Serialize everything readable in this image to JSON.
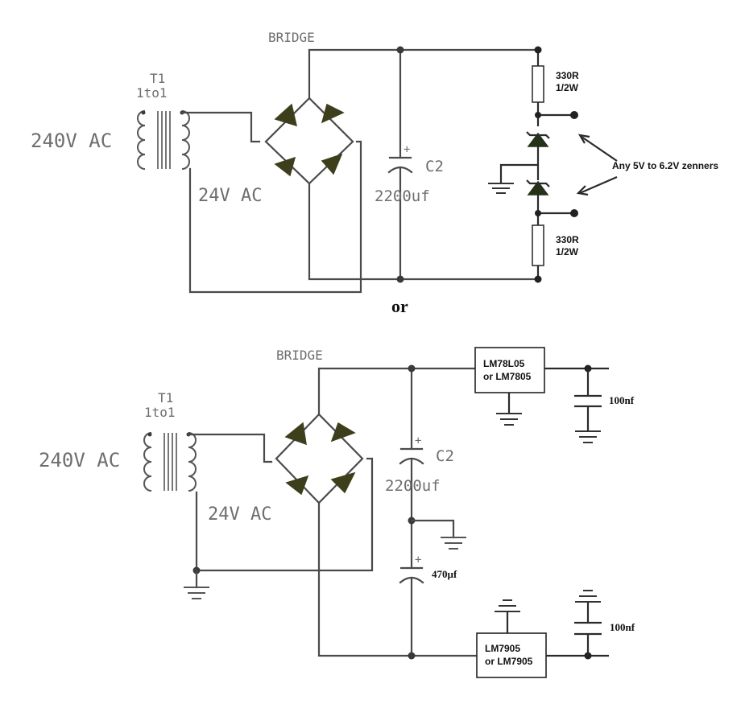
{
  "top_circuit": {
    "transformer_label": "T1",
    "transformer_ratio": "1to1",
    "input_voltage": "240V AC",
    "secondary_voltage": "24V AC",
    "bridge_label": "BRIDGE",
    "capacitor_label": "C2",
    "capacitor_value": "2200uf",
    "resistor_top_value": "330R",
    "resistor_top_power": "1/2W",
    "resistor_bottom_value": "330R",
    "resistor_bottom_power": "1/2W",
    "zener_note": "Any 5V to 6.2V zenners"
  },
  "separator": "or",
  "bottom_circuit": {
    "transformer_label": "T1",
    "transformer_ratio": "1to1",
    "input_voltage": "240V AC",
    "secondary_voltage": "24V AC",
    "bridge_label": "BRIDGE",
    "capacitor_top_label": "C2",
    "capacitor_top_value": "2200uf",
    "capacitor_bottom_value": "470µf",
    "regulator_pos_line1": "LM78L05",
    "regulator_pos_line2": "or LM7805",
    "regulator_neg_line1": "LM7905",
    "regulator_neg_line2": "or LM7905",
    "decoupling_top": "100nf",
    "decoupling_bottom": "100nf"
  }
}
